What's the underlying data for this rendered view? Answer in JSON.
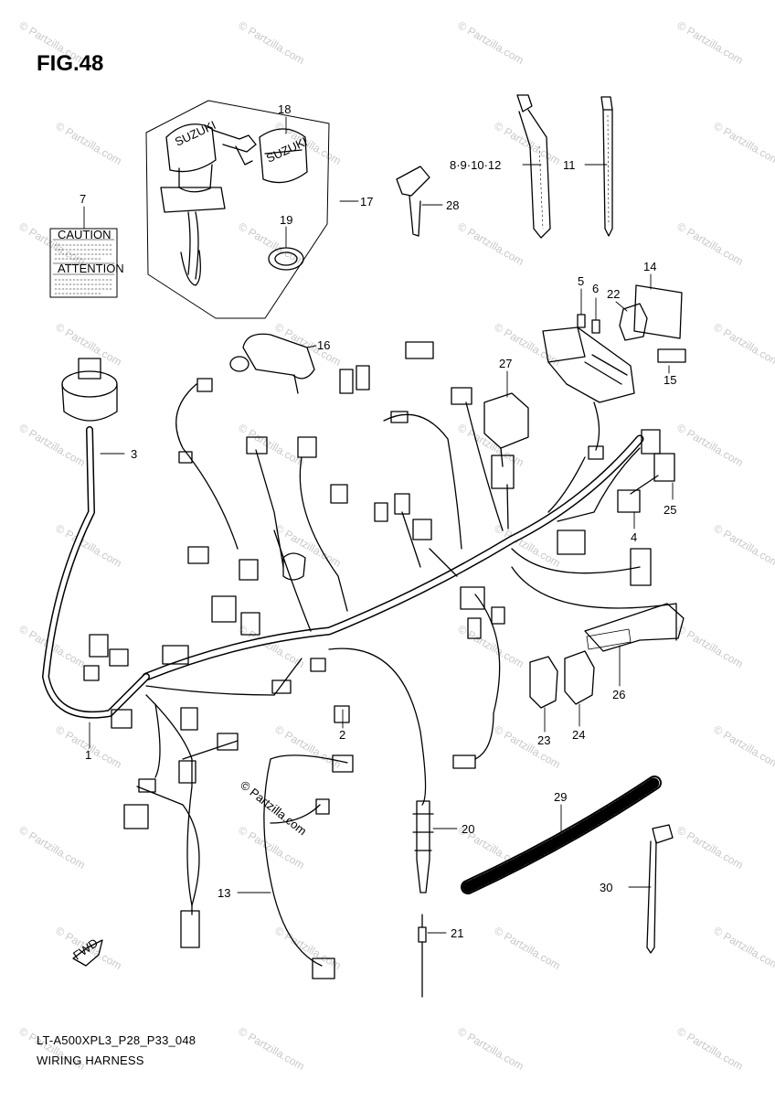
{
  "figure": {
    "title": "FIG.48",
    "diagram_code": "LT-A500XPL3_P28_P33_048",
    "diagram_name": "WIRING HARNESS"
  },
  "label_box": {
    "caution": "CAUTION",
    "attention": "ATTENTION"
  },
  "key_brand": "SUZUKI",
  "fwd_label": "FWD",
  "watermark": "© Partzilla.com",
  "callouts": {
    "c1": "1",
    "c2": "2",
    "c3": "3",
    "c4": "4",
    "c5": "5",
    "c6": "6",
    "c7": "7",
    "c8_12": "8·9·10·12",
    "c11": "11",
    "c13": "13",
    "c14": "14",
    "c15": "15",
    "c16": "16",
    "c17": "17",
    "c18": "18",
    "c19": "19",
    "c20": "20",
    "c21": "21",
    "c22": "22",
    "c23": "23",
    "c24": "24",
    "c25": "25",
    "c26": "26",
    "c27": "27",
    "c28": "28",
    "c29": "29",
    "c30": "30"
  },
  "colors": {
    "line": "#000000",
    "watermark": "#c9c9c9",
    "background": "#ffffff"
  }
}
